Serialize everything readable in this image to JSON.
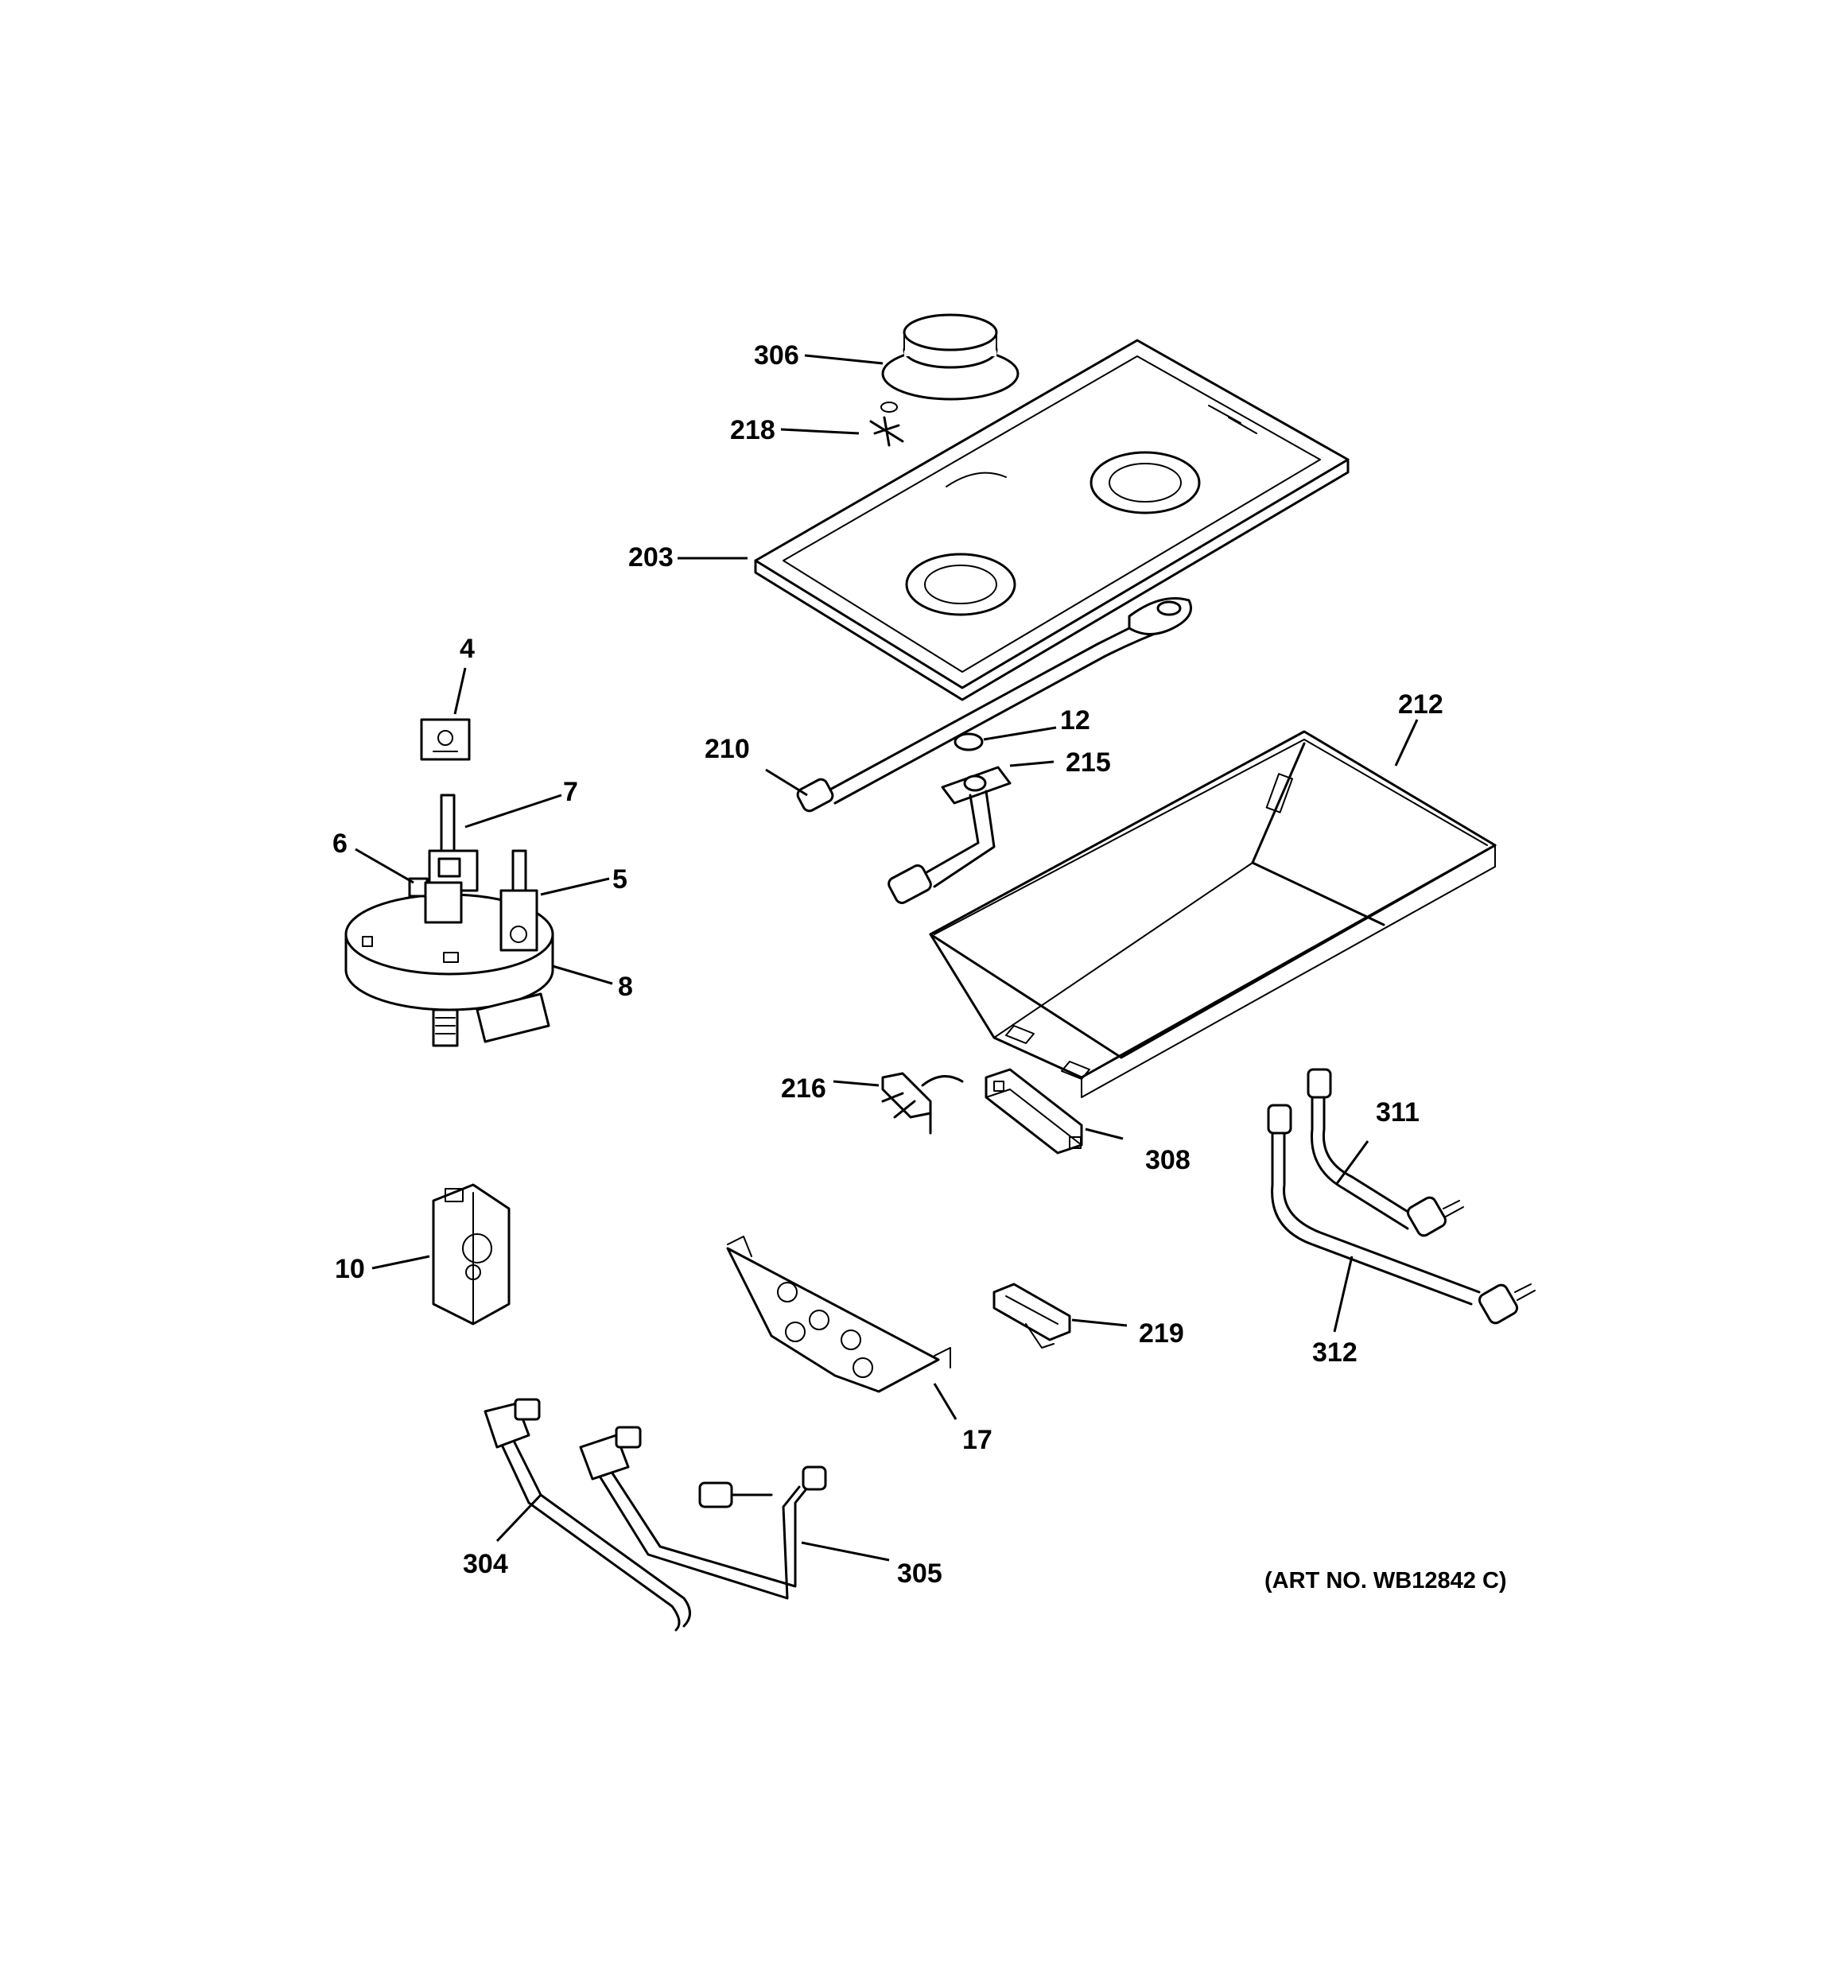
{
  "diagram": {
    "callouts": {
      "c306": "306",
      "c218": "218",
      "c203": "203",
      "c4": "4",
      "c212": "212",
      "c12": "12",
      "c210": "210",
      "c215": "215",
      "c7": "7",
      "c6": "6",
      "c5": "5",
      "c8": "8",
      "c216": "216",
      "c308": "308",
      "c311": "311",
      "c10": "10",
      "c219": "219",
      "c312": "312",
      "c17": "17",
      "c304": "304",
      "c305": "305"
    },
    "art_number": "(ART NO. WB12842 C)"
  }
}
